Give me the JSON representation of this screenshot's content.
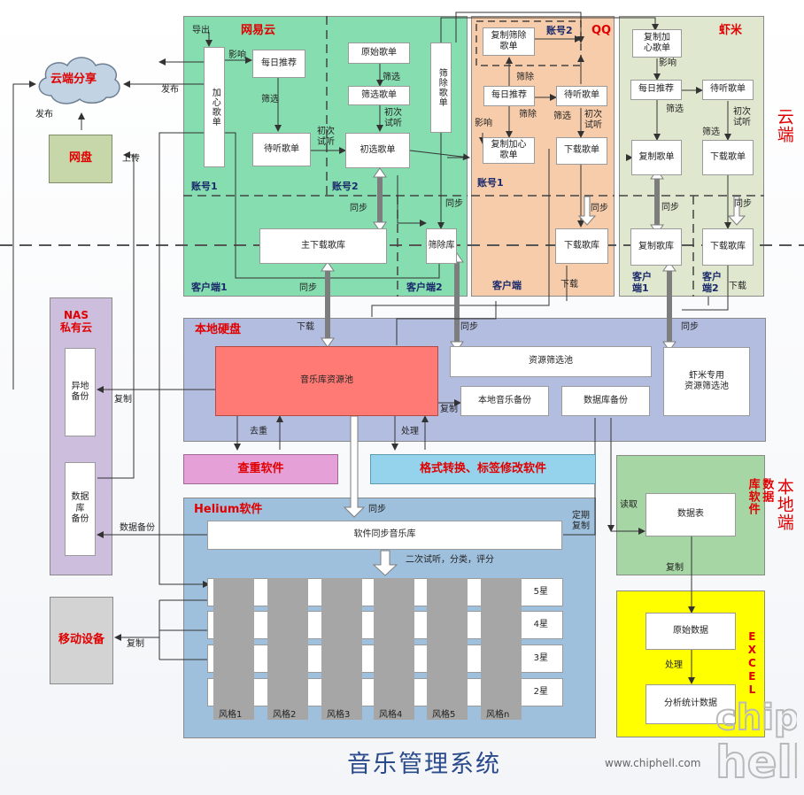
{
  "colors": {
    "netease": "#86ddb0",
    "qq": "#f6ccaa",
    "xiami": "#dfe8cf",
    "local_disk": "#b3bde0",
    "helium": "#9fc0dd",
    "nas": "#cdbedd",
    "db_soft": "#a6d6a4",
    "excel": "#ffff00",
    "pool": "#ff7a74",
    "dedup": "#e6a0d8",
    "format": "#95d3ec",
    "netdisk": "#c7d7aa",
    "mobile": "#d3d3d3",
    "star_cell": "#a6a6a6",
    "accent_red": "#e00000"
  },
  "title": "音乐管理系统",
  "watermark": "www.chiphell.com",
  "watermark_logo": "chip hell",
  "side_labels": {
    "cloud": "云端",
    "local": "本地端"
  },
  "cloud": {
    "share": "云端分享",
    "netdisk": "网盘",
    "publish": "发布",
    "publish2": "发布",
    "upload": "上传"
  },
  "netease": {
    "title": "网易云",
    "export": "导出",
    "influence": "影响",
    "fav_list": "加心歌单",
    "daily": "每日推荐",
    "filter": "筛选",
    "pending": "待听歌单",
    "first_listen": "初次\n试听",
    "account1": "账号1",
    "account2": "账号2",
    "original": "原始歌单",
    "filter2": "筛选",
    "filtered": "筛选歌单",
    "first_listen2": "初次\n试听",
    "initial": "初选歌单",
    "remove_list": "筛除歌单",
    "sync1": "同步",
    "sync2": "同步",
    "main_lib": "主下载歌库",
    "remove_lib": "筛除库",
    "client1": "客户端1",
    "client2": "客户端2",
    "sync3": "同步"
  },
  "qq": {
    "title": "QQ",
    "account2": "账号2",
    "copy_removed": "复制筛除\n歌单",
    "filter": "筛除",
    "daily": "每日推荐",
    "pending": "待听歌单",
    "filter2": "筛除",
    "filter3": "筛选",
    "first_listen": "初次\n试听",
    "influence": "影响",
    "copy_fav": "复制加心\n歌单",
    "download_list": "下载歌单",
    "account1": "账号1",
    "sync": "同步",
    "download_lib": "下载歌库",
    "client": "客户端",
    "download": "下载"
  },
  "xiami": {
    "title": "虾米",
    "copy_fav": "复制加\n心歌单",
    "influence": "影响",
    "daily": "每日推荐",
    "pending": "待听歌单",
    "filter": "筛选",
    "first_listen": "初次\n试听",
    "filter2": "筛选",
    "copy_list": "复制歌单",
    "download_list": "下载歌单",
    "sync": "同步",
    "sync2": "同步",
    "copy_lib": "复制歌库",
    "download_lib": "下载歌库",
    "client1": "客户\n端1",
    "client2": "客户\n端2",
    "download": "下载"
  },
  "local": {
    "title": "本地硬盘",
    "download": "下载",
    "pool": "音乐库资源池",
    "resource_filter": "资源筛选池",
    "xiami_pool": "虾米专用\n资源筛选池",
    "local_backup": "本地音乐备份",
    "db_backup": "数据库备份",
    "copy": "复制",
    "sync": "同步",
    "sync2": "同步",
    "dedup_label": "去重",
    "process": "处理"
  },
  "dedup_soft": "查重软件",
  "format_soft": "格式转换、标签修改软件",
  "nas": {
    "title": "NAS\n私有云",
    "remote": "异地\n备份",
    "db_backup": "数据\n库\n备份",
    "copy": "复制",
    "db_backup_label": "数据备份"
  },
  "helium": {
    "title": "Helium软件",
    "sync": "同步",
    "software_lib": "软件同步音乐库",
    "second": "二次试听，分类，评分",
    "periodic": "定期\n复制",
    "rows": [
      "5星",
      "4星",
      "3星",
      "2星"
    ],
    "styles": [
      "风格1",
      "风格2",
      "风格3",
      "风格4",
      "风格5",
      "风格n"
    ]
  },
  "mobile": {
    "title": "移动设备",
    "copy": "复制"
  },
  "db_soft": {
    "title": "数据\n库软件",
    "table": "数据表",
    "read": "读取",
    "copy": "复制"
  },
  "excel": {
    "title": "EXCEL",
    "raw": "原始数据",
    "process": "处理",
    "stats": "分析统计数据"
  }
}
